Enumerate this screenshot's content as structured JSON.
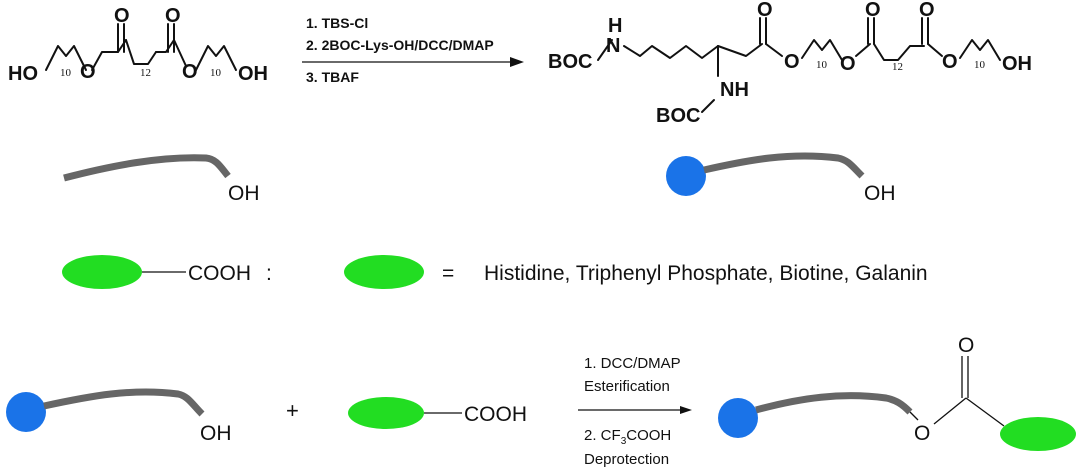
{
  "colors": {
    "chain": "#666666",
    "blue_bead": "#1a73e8",
    "green_bead": "#22dd22",
    "ink": "#111111"
  },
  "icons": [
    "blue-circle-head-group",
    "green-ellipse-ligand",
    "reaction-arrow"
  ],
  "reaction1": {
    "steps": [
      "1. TBS-Cl",
      "2. 2BOC-Lys-OH/DCC/DMAP",
      "3. TBAF"
    ],
    "reactant": {
      "ho": "HO",
      "oh": "OH",
      "o": "O",
      "sub_10": "10",
      "sub_12": "12"
    },
    "product": {
      "boc": "BOC",
      "nh": "NH",
      "h": "H",
      "n": "N",
      "o": "O",
      "oh": "OH",
      "sub_10": "10",
      "sub_12": "12"
    }
  },
  "legend": {
    "oh": "OH",
    "cooh": "COOH",
    "colon": ":",
    "equals": "=",
    "ligands": "Histidine, Triphenyl Phosphate, Biotine, Galanin"
  },
  "reaction2": {
    "plus": "+",
    "oh": "OH",
    "cooh": "COOH",
    "step1": "1. DCC/DMAP",
    "step1b": "Esterification",
    "step2_prefix": "2. CF",
    "step2_sub": "3",
    "step2_suffix": "COOH",
    "step2b": "Deprotection",
    "o": "O"
  }
}
